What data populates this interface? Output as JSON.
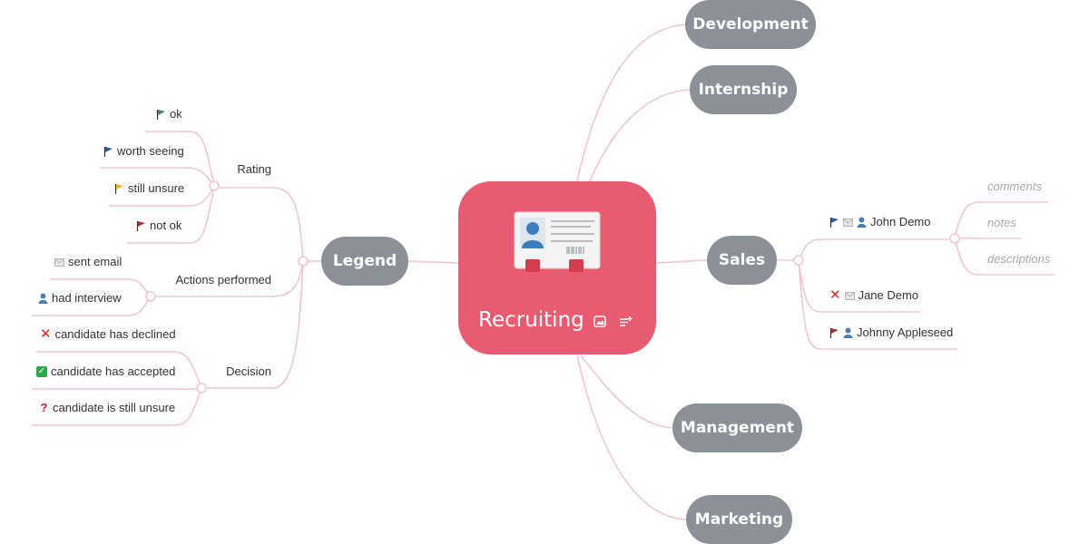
{
  "central": {
    "title": "Recruiting",
    "image_icon": "image-icon",
    "notes_icon": "notes-icon",
    "illustration": "id-card-image",
    "color": "#e85b71"
  },
  "topics": {
    "development": "Development",
    "internship": "Internship",
    "sales": "Sales",
    "management": "Management",
    "marketing": "Marketing",
    "legend": "Legend"
  },
  "topic_color": "#8b9196",
  "connector_color": "#f3c6cd",
  "sales": {
    "candidates": [
      {
        "name": "John Demo",
        "icons": [
          "flag-blue-icon",
          "envelope-icon",
          "person-icon"
        ]
      },
      {
        "name": "Jane Demo",
        "icons": [
          "cross-icon",
          "envelope-icon"
        ]
      },
      {
        "name": "Johnny Appleseed",
        "icons": [
          "flag-red-icon",
          "person-icon"
        ]
      }
    ],
    "john_details": [
      "comments",
      "notes",
      "descriptions"
    ]
  },
  "legend": {
    "rating": {
      "label": "Rating",
      "items": [
        {
          "text": "ok",
          "icon": "flag-green-icon"
        },
        {
          "text": "worth seeing",
          "icon": "flag-blue-icon"
        },
        {
          "text": "still unsure",
          "icon": "flag-yellow-icon"
        },
        {
          "text": "not ok",
          "icon": "flag-red-icon"
        }
      ]
    },
    "actions": {
      "label": "Actions performed",
      "items": [
        {
          "text": "sent email",
          "icon": "envelope-icon"
        },
        {
          "text": "had interview",
          "icon": "person-icon"
        }
      ]
    },
    "decision": {
      "label": "Decision",
      "items": [
        {
          "text": "candidate has declined",
          "icon": "cross-icon"
        },
        {
          "text": "candidate has accepted",
          "icon": "check-icon"
        },
        {
          "text": "candidate is still unsure",
          "icon": "question-icon"
        }
      ]
    }
  }
}
